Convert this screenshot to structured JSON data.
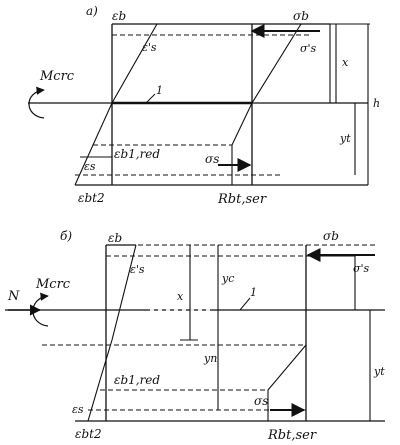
{
  "figure_a": {
    "label": "a)",
    "eps_b": "εb",
    "eps_s_prime": "ε's",
    "sigma_b": "σb",
    "sigma_s_prime": "σ's",
    "moment": "Mcrc",
    "neutral_line": "1",
    "x": "x",
    "h": "h",
    "y_t": "yt",
    "eps_s": "εs",
    "eps_b1_red": "εb1,red",
    "sigma_s": "σs",
    "eps_bt2": "εbt2",
    "R_bt_ser": "Rbt,ser"
  },
  "figure_b": {
    "label": "б)",
    "eps_b": "εb",
    "eps_s_prime": "ε's",
    "sigma_b": "σb",
    "sigma_s_prime": "σ's",
    "N": "N",
    "moment": "Mcrc",
    "neutral_line": "1",
    "x": "x",
    "y_c": "yc",
    "y_n": "yn",
    "y_t": "yt",
    "eps_b1_red": "εb1,red",
    "eps_s": "εs",
    "sigma_s": "σs",
    "eps_bt2": "εbt2",
    "R_bt_ser": "Rbt,ser"
  }
}
